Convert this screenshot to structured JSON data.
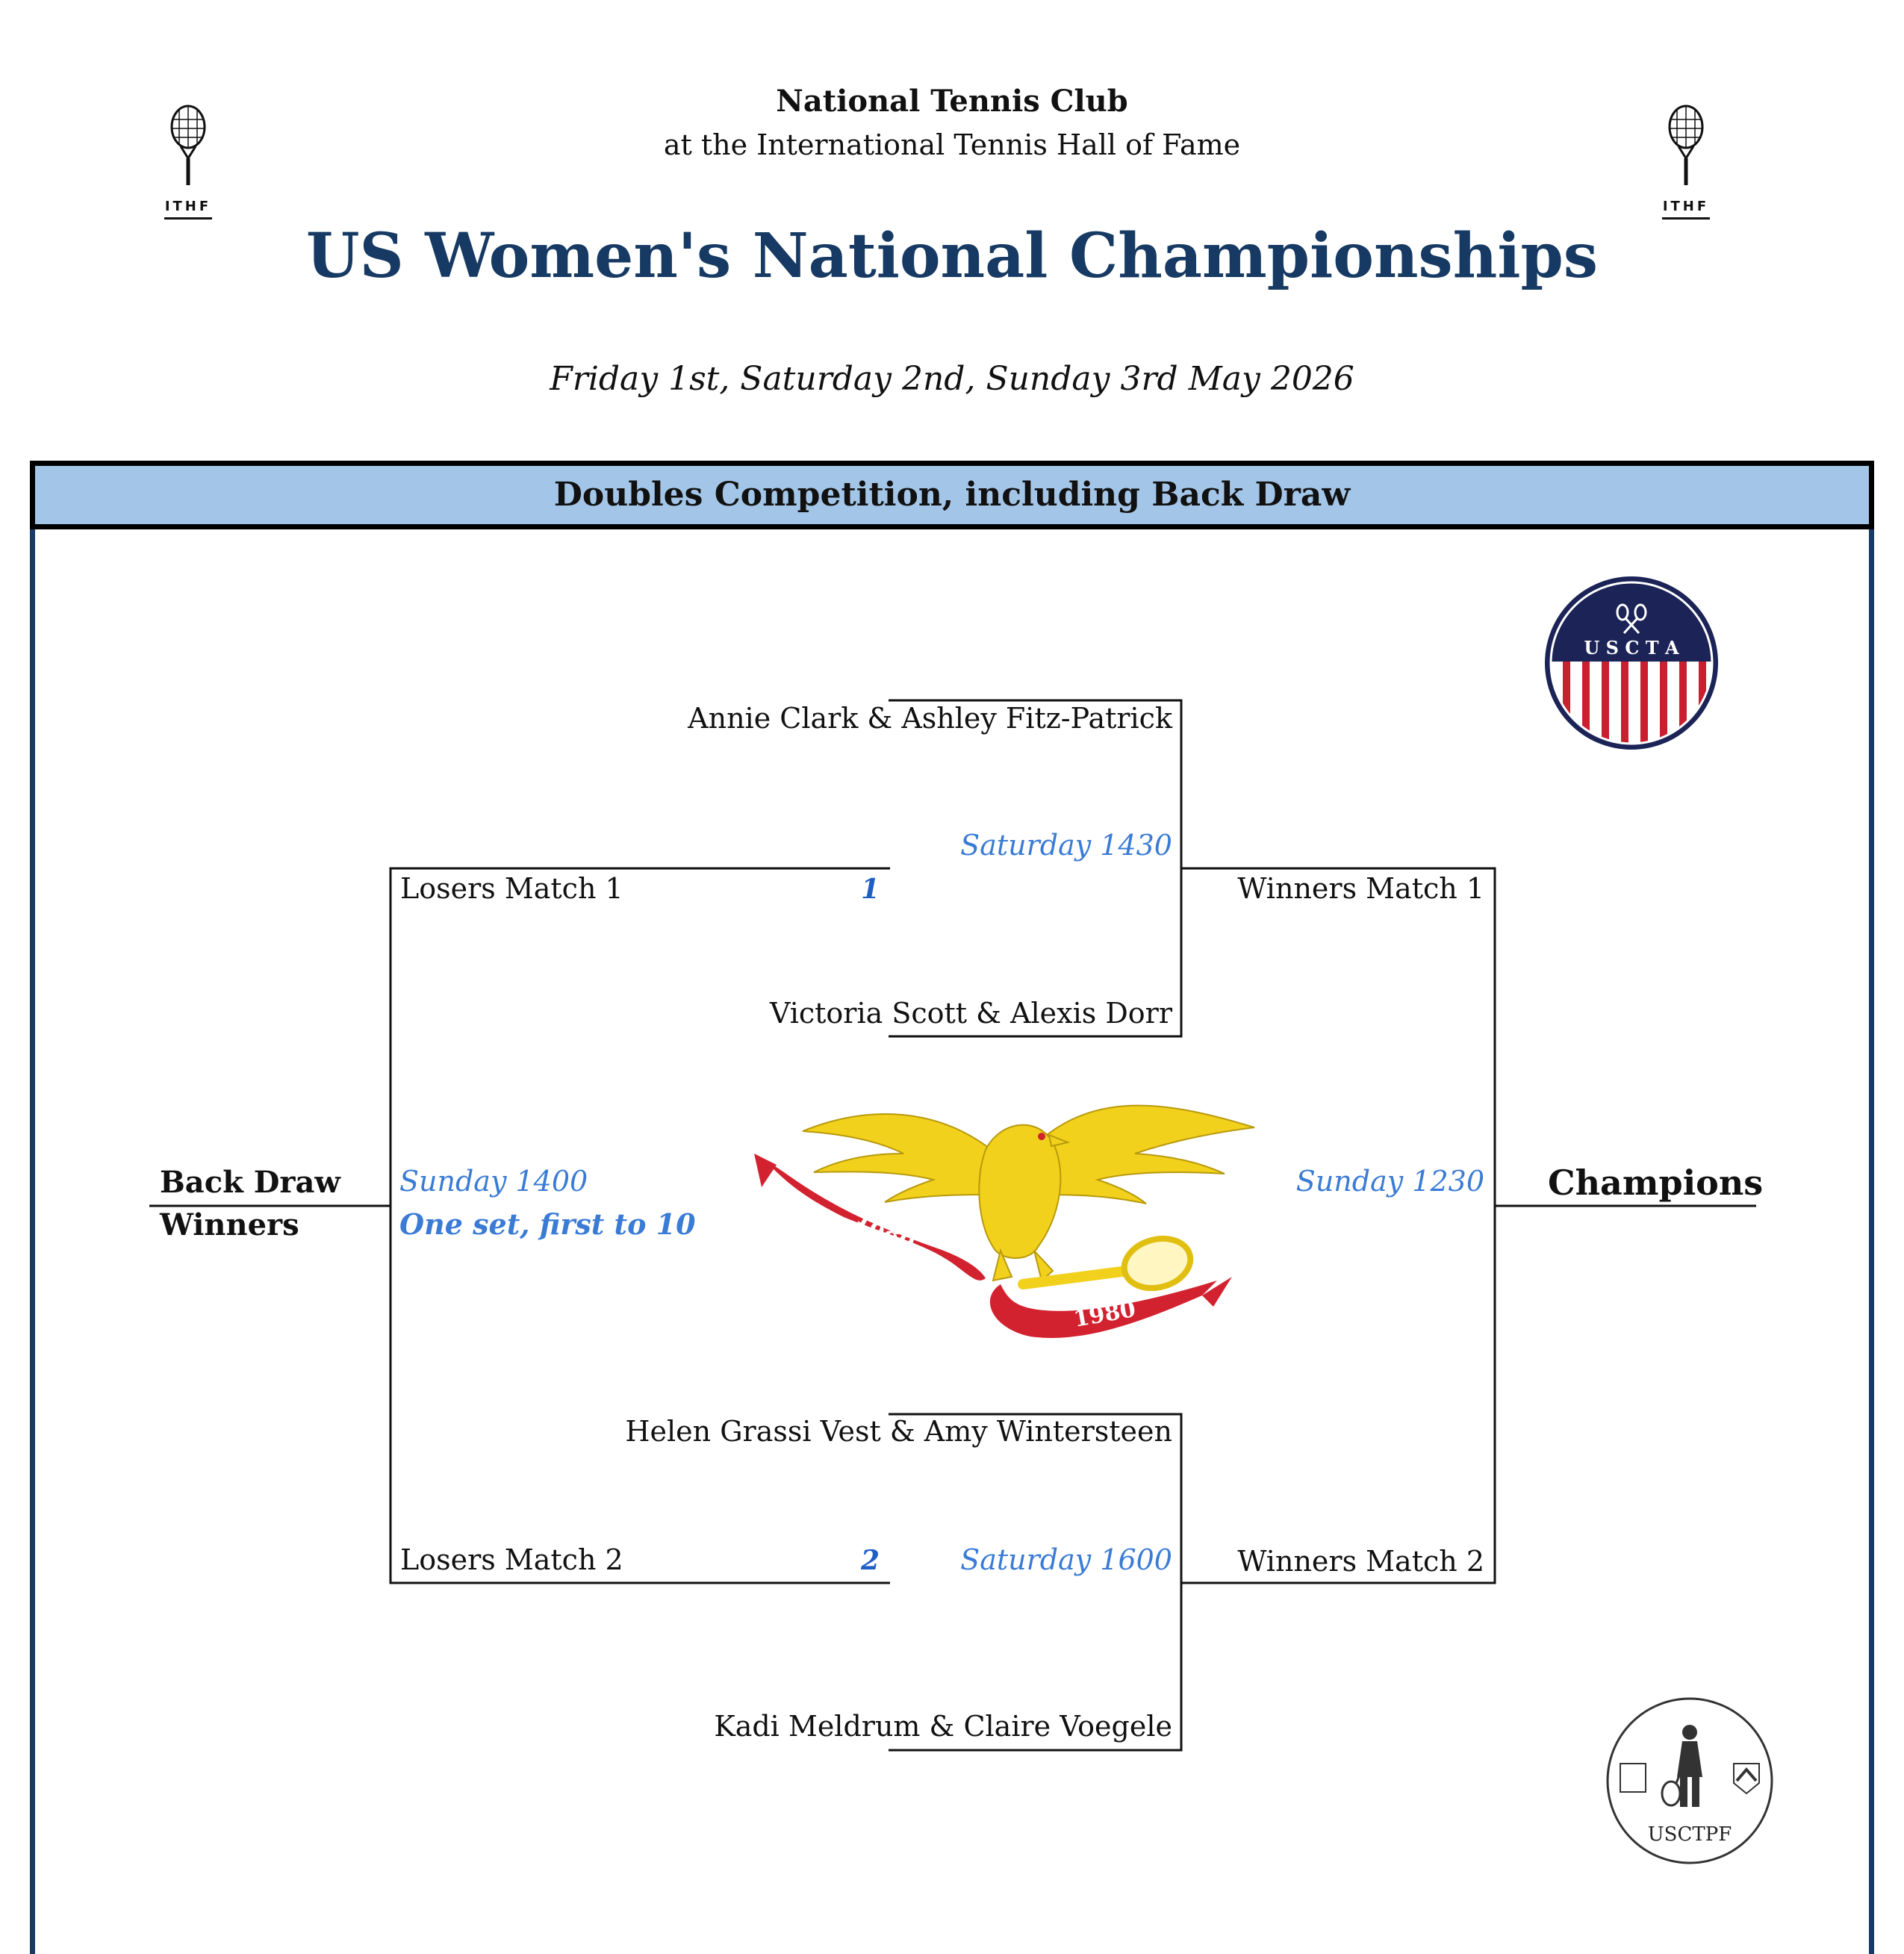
{
  "header": {
    "club": "National Tennis Club",
    "venue": "at the International Tennis Hall of Fame",
    "title": "US Women's National Championships",
    "dates": "Friday 1st, Saturday 2nd, Sunday 3rd May 2026"
  },
  "section": {
    "banner": "Doubles Competition, including Back Draw"
  },
  "logos": {
    "ithf_left": "ITHF",
    "ithf_right": "ITHF",
    "uscta": "U S C T A",
    "usctpf": "USCTPF",
    "ribbon_left": "1880",
    "ribbon_right": "1980"
  },
  "bracket": {
    "pair1": "Annie Clark & Ashley Fitz-Patrick",
    "pair2": "Victoria Scott & Alexis Dorr",
    "pair3": "Helen Grassi Vest & Amy Wintersteen",
    "pair4": "Kadi Meldrum & Claire Voegele",
    "semi1_time": "Saturday 1430",
    "semi2_time": "Saturday 1600",
    "losers1": "Losers Match 1",
    "losers2": "Losers Match 2",
    "match1_num": "1",
    "match2_num": "2",
    "winners1": "Winners Match 1",
    "winners2": "Winners Match 2",
    "back_draw_time": "Sunday 1400",
    "back_draw_rule": "One set, first to 10",
    "back_draw_line1": "Back Draw",
    "back_draw_line2": "Winners",
    "final_time": "Sunday 1230",
    "champions": "Champions"
  },
  "colors": {
    "title_navy": "#163a63",
    "banner_blue": "#a3c6e8",
    "schedule_blue": "#3a7bd5",
    "eagle_gold": "#f2d11c",
    "ribbon_red": "#d3222f"
  }
}
